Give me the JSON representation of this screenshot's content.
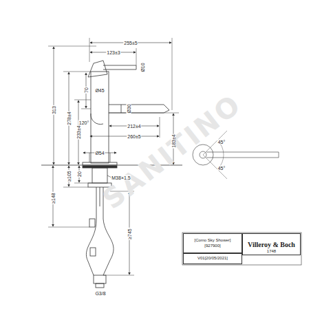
{
  "diagram": {
    "nodes": [
      {
        "text": [
          "[Como Sky Shower]",
          "[927900]"
        ]
      },
      {
        "text": [
          "V01[20/05/2021]"
        ]
      },
      {
        "text": [
          "Villeroy & Boch",
          "1748"
        ]
      }
    ],
    "labels": [
      "255±5",
      "123±3",
      "Ø10",
      "Ø45",
      "70",
      "Ø30",
      "278±4",
      "233±4",
      "120°",
      "212±4",
      "260±5",
      "313",
      "Ø54",
      "183±4",
      "M38×1.5",
      "20",
      "≥105",
      "≥148",
      "≥745",
      "G3/8",
      "45°",
      "45°",
      "SANITINO"
    ]
  }
}
